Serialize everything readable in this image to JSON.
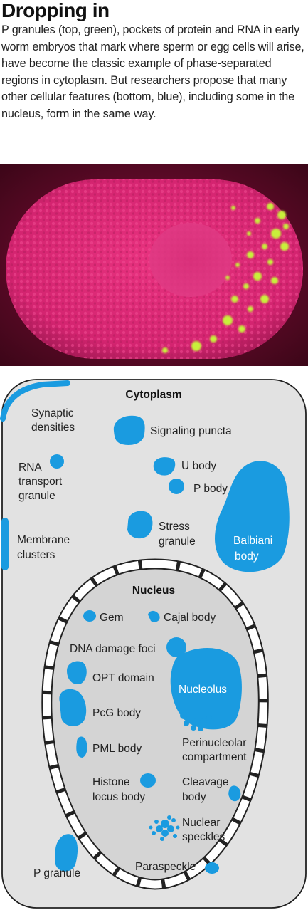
{
  "heading": "Dropping in",
  "caption": "P granules (top, green), pockets of protein and RNA in early worm embryos that mark where sperm or egg cells will arise, have become the classic example of phase-separated regions in cytoplasm. But researchers propose that many other cellular features (bottom, blue), including some in the nucleus, form in the same way.",
  "colors": {
    "blob": "#1a9be0",
    "cell_fill": "#e2e2e2",
    "nucleus_fill": "#d4d4d4",
    "embryo": "#e02a7a",
    "granule": "#c8f03a"
  },
  "diagram": {
    "cytoplasm_title": "Cytoplasm",
    "nucleus_title": "Nucleus",
    "cytoplasm_labels": {
      "synaptic_1": "Synaptic",
      "synaptic_2": "densities",
      "signaling": "Signaling puncta",
      "rna_1": "RNA",
      "rna_2": "transport",
      "rna_3": "granule",
      "u_body": "U body",
      "p_body": "P body",
      "membrane_1": "Membrane",
      "membrane_2": "clusters",
      "stress_1": "Stress",
      "stress_2": "granule",
      "balbiani_1": "Balbiani",
      "balbiani_2": "body",
      "p_granule": "P granule"
    },
    "nucleus_labels": {
      "gem": "Gem",
      "cajal": "Cajal body",
      "dna_damage": "DNA damage foci",
      "opt": "OPT domain",
      "nucleolus": "Nucleolus",
      "pcg": "PcG body",
      "perinucleolar_1": "Perinucleolar",
      "perinucleolar_2": "compartment",
      "pml": "PML body",
      "histone_1": "Histone",
      "histone_2": "locus body",
      "cleavage_1": "Cleavage",
      "cleavage_2": "body",
      "speckles_1": "Nuclear",
      "speckles_2": "speckles",
      "paraspeckle": "Paraspeckle"
    }
  }
}
